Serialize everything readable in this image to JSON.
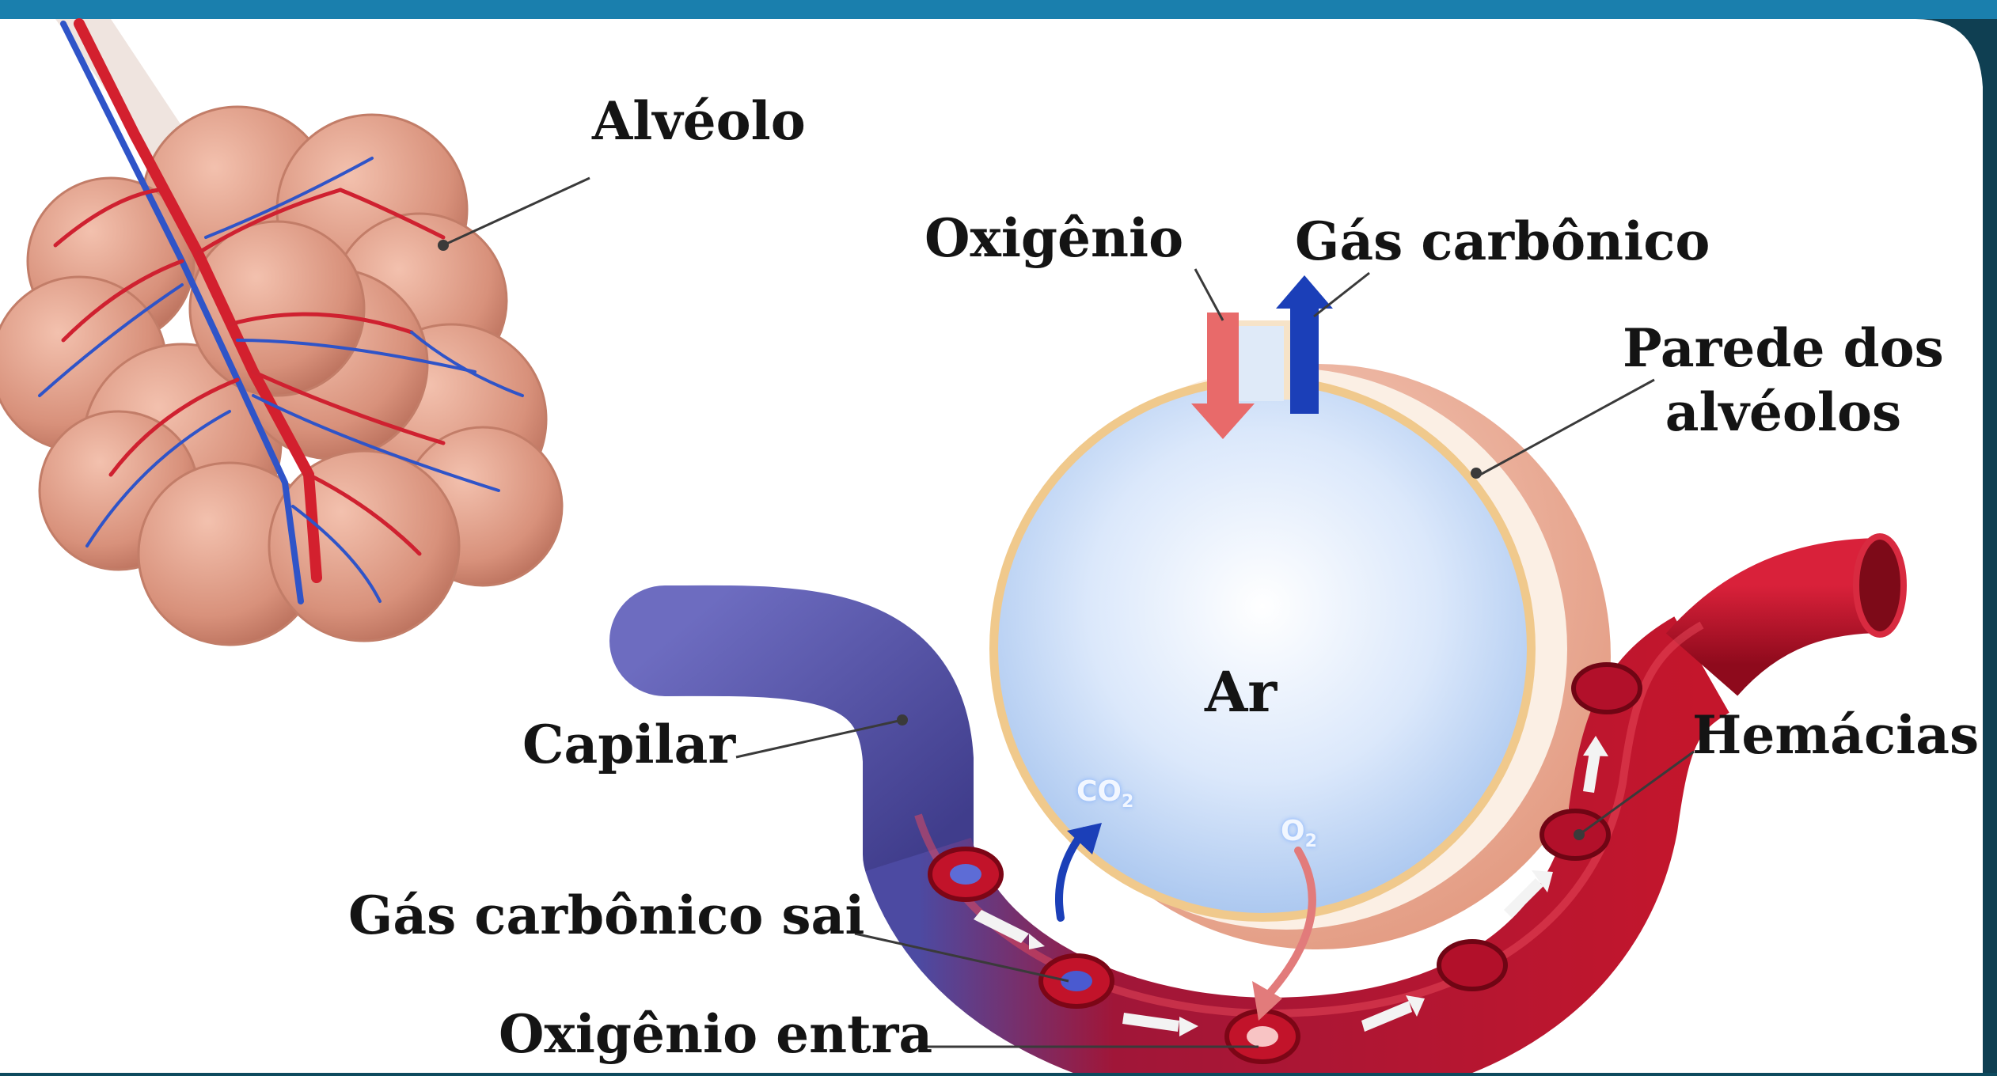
{
  "labels": {
    "alveolo": "Alvéolo",
    "oxigenio": "Oxigênio",
    "gas_carbonico": "Gás carbônico",
    "parede_line1": "Parede dos",
    "parede_line2": "alvéolos",
    "ar": "Ar",
    "capilar": "Capilar",
    "hemacias": "Hemácias",
    "gas_carbonico_sai": "Gás carbônico sai",
    "oxigenio_entra": "Oxigênio entra"
  },
  "gases": {
    "co2_main": "CO",
    "co2_sub": "2",
    "o2_main": "O",
    "o2_sub": "2"
  },
  "colors": {
    "frame_top": "#1a7fad",
    "panel": "#ffffff",
    "alveolus_tissue": "#e8a08a",
    "air": "#cfe0f7",
    "venous_blood": "#5a57a8",
    "arterial_blood": "#c0162a",
    "oxygen_arrow": "#e86a6a",
    "co2_arrow": "#1b3fb8"
  }
}
